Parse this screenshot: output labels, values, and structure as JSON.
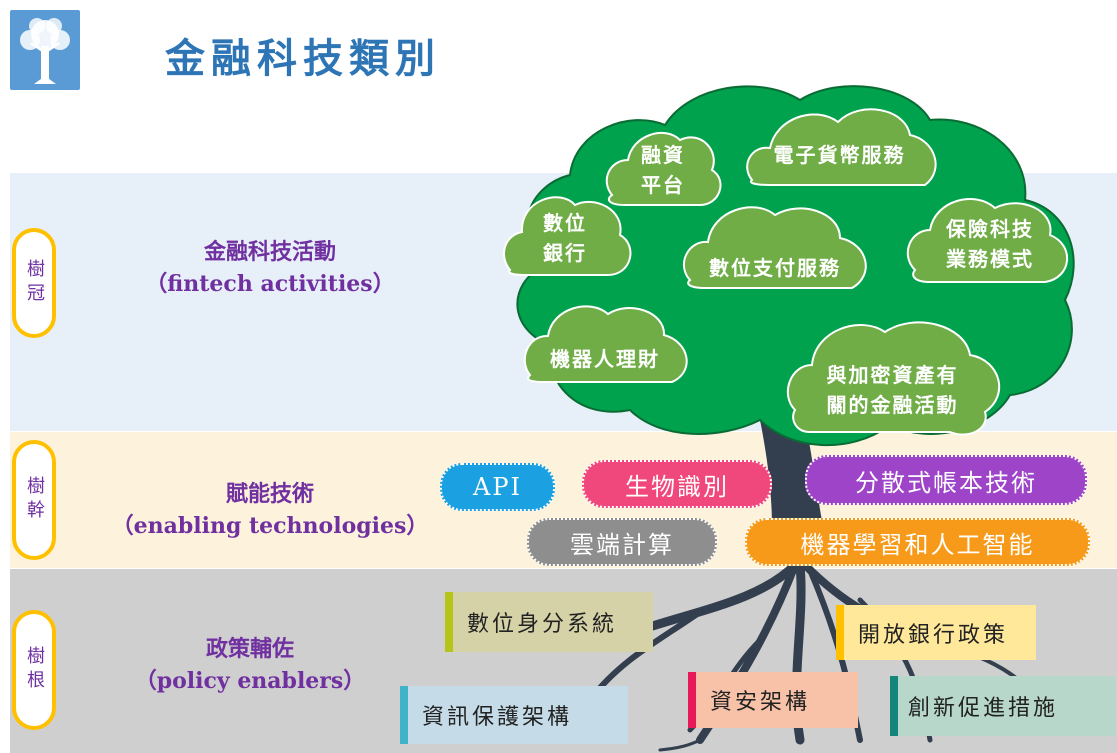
{
  "header": {
    "title": "金融科技類別",
    "logo_icon": "tree-logo-icon"
  },
  "bands": {
    "crown": {
      "pill": "樹冠",
      "name_zh": "金融科技活動",
      "name_en": "（fintech activities）"
    },
    "trunk": {
      "pill": "樹幹",
      "name_zh": "賦能技術",
      "name_en": "（enabling technologies）"
    },
    "root": {
      "pill": "樹根",
      "name_zh": "政策輔佐",
      "name_en": "（policy enablers）"
    }
  },
  "clouds": [
    {
      "line1": "融資",
      "line2": "平台"
    },
    {
      "line1": "電子貨幣服務",
      "line2": ""
    },
    {
      "line1": "數位",
      "line2": "銀行"
    },
    {
      "line1": "保險科技",
      "line2": "業務模式"
    },
    {
      "line1": "數位支付服務",
      "line2": ""
    },
    {
      "line1": "機器人理財",
      "line2": ""
    },
    {
      "line1": "與加密資產有",
      "line2": "關的金融活動"
    }
  ],
  "technologies": [
    "API",
    "生物識別",
    "分散式帳本技術",
    "雲端計算",
    "機器學習和人工智能"
  ],
  "policies": [
    "數位身分系統",
    "開放銀行政策",
    "資訊保護架構",
    "資安架構",
    "創新促進措施"
  ],
  "colors": {
    "title": "#2e75b6",
    "band_label": "#7030a0",
    "pill_border": "#ffc000",
    "canopy": "#00a24e",
    "cloud": "#70ad47",
    "trunk": "#333f4f",
    "api": "#1ba1e2",
    "biometric": "#f0487d",
    "dlt": "#9e44c8",
    "cloud_computing": "#8e8e8e",
    "ml_ai": "#f79a19"
  }
}
